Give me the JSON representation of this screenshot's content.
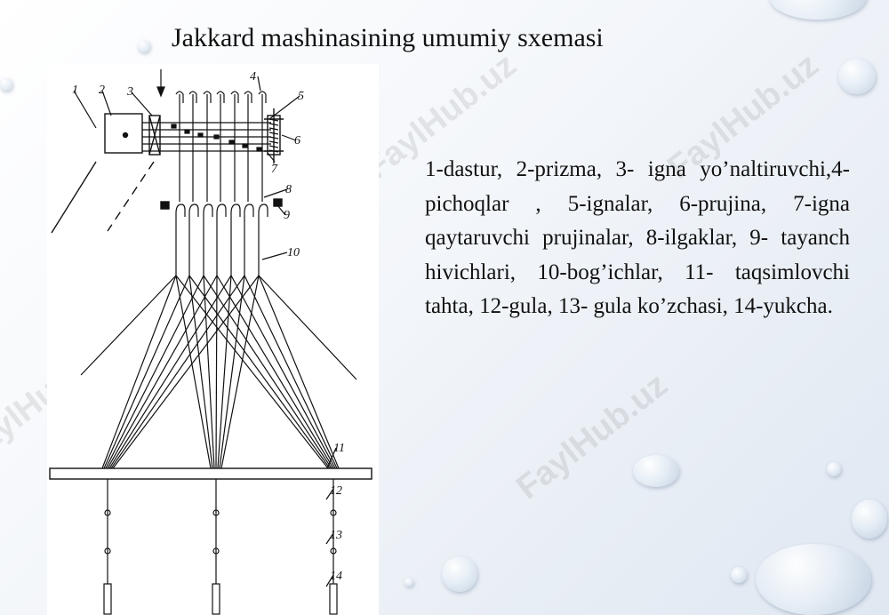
{
  "title": "Jakkard mashinasining umumiy sxemasi",
  "legend": "1-dastur, 2-prizma, 3- igna yo’naltiruvchi,4-pichoqlar , 5-ignalar, 6-prujina, 7-igna qaytaruvchi prujinalar, 8-ilgaklar, 9- tayanch hivichlari, 10-bog’ichlar, 11- taqsimlovchi tahta, 12-gula, 13- gula ko’zchasi, 14-yukcha.",
  "diagram_labels": [
    "1",
    "2",
    "3",
    "4",
    "5",
    "6",
    "7",
    "8",
    "9",
    "10",
    "11",
    "12",
    "13",
    "14"
  ],
  "watermark": "FaylHub.uz"
}
